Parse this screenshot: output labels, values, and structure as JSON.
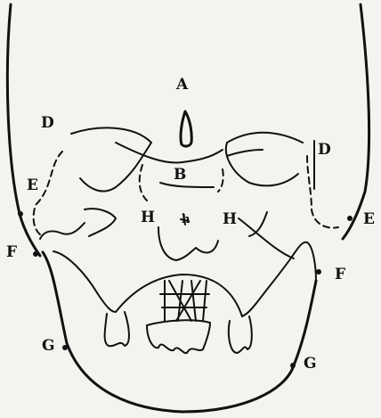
{
  "figure": {
    "labels": {
      "A": "A",
      "B": "B",
      "D_left": "D",
      "D_right": "D",
      "E_left": "E",
      "E_right": "E",
      "F_left": "F",
      "F_right": "F",
      "G_left": "G",
      "G_right": "G",
      "H_left": "H",
      "H_right": "H",
      "h": "h"
    }
  }
}
